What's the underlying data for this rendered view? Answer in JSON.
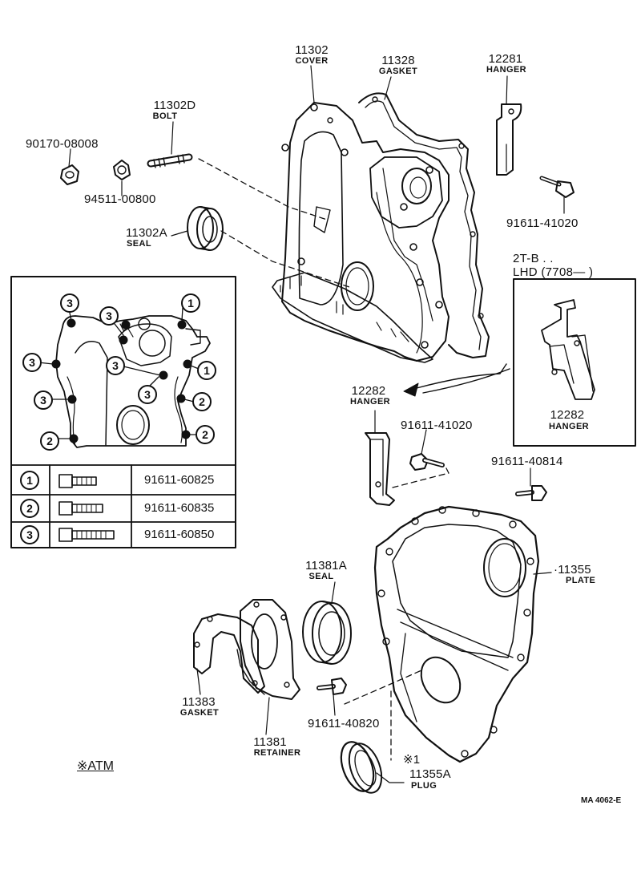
{
  "parts": {
    "cover": {
      "number": "11302",
      "name": "COVER"
    },
    "gasket_top": {
      "number": "11328",
      "name": "GASKET"
    },
    "hanger_top": {
      "number": "12281",
      "name": "HANGER"
    },
    "bolt_d": {
      "number": "11302D",
      "name": "BOLT"
    },
    "nut": {
      "number": "90170-08008"
    },
    "washer": {
      "number": "94511-00800"
    },
    "seal_a": {
      "number": "11302A",
      "name": "SEAL"
    },
    "bolt_hanger_top": {
      "number": "91611-41020"
    },
    "hanger_mid": {
      "number": "12282",
      "name": "HANGER"
    },
    "bolt_hanger_mid": {
      "number": "91611-41020"
    },
    "bolt_plate": {
      "number": "91611-40814"
    },
    "hanger_inset": {
      "number": "12282",
      "name": "HANGER"
    },
    "seal_rear": {
      "number": "11381A",
      "name": "SEAL"
    },
    "plate": {
      "number": "11355",
      "name": "PLATE"
    },
    "gasket_rear": {
      "number": "11383",
      "name": "GASKET"
    },
    "retainer": {
      "number": "11381",
      "name": "RETAINER"
    },
    "bolt_retainer": {
      "number": "91611-40820"
    },
    "plug": {
      "number": "11355A",
      "name": "PLUG",
      "note": "※1"
    }
  },
  "inset_note": {
    "line1": "2T-B . .",
    "line2": "LHD (7708—    )"
  },
  "bolt_table": [
    {
      "key": "1",
      "part": "91611-60825"
    },
    {
      "key": "2",
      "part": "91611-60835"
    },
    {
      "key": "3",
      "part": "91611-60850"
    }
  ],
  "footnote": "※ATM",
  "diagram_code": "MA 4062-E"
}
